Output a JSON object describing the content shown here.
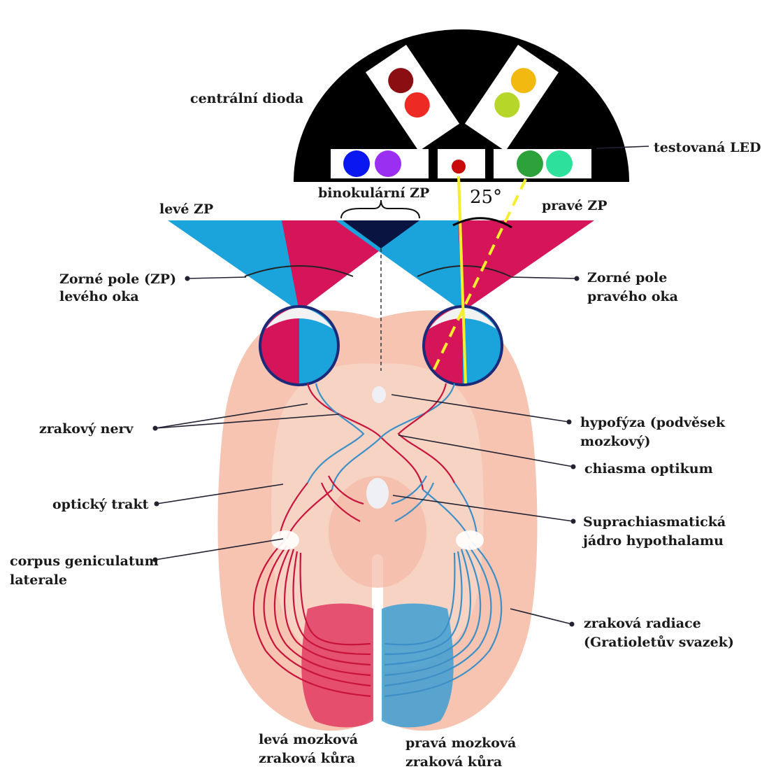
{
  "labels": {
    "central_diode": "centrální dioda",
    "tested_led": "testovaná LED",
    "binocular_fov": "binokulární ZP",
    "left_fov": "levé ZP",
    "right_fov": "pravé ZP",
    "angle": "25°",
    "left_eye_fov_1": "Zorné pole (ZP)",
    "left_eye_fov_2": "levého oka",
    "right_eye_fov_1": "Zorné pole",
    "right_eye_fov_2": "pravého oka",
    "optic_nerve": "zrakový nerv",
    "pituitary_1": "hypofýza (podvěsek",
    "pituitary_2": "mozkový)",
    "chiasma": "chiasma optikum",
    "optic_tract": "optický trakt",
    "scn_1": "Suprachiasmatická",
    "scn_2": "jádro hypothalamu",
    "lgn_1": "corpus geniculatum",
    "lgn_2": "laterale",
    "radiation_1": "zraková radiace",
    "radiation_2": "(Gratioletův svazek)",
    "left_cortex_1": "levá mozková",
    "left_cortex_2": "zraková kůra",
    "right_cortex_1": "pravá mozková",
    "right_cortex_2": "zraková kůra"
  },
  "colors": {
    "blue_field": "#1ba3dc",
    "magenta_field": "#d6145a",
    "overlap": "#0a1440",
    "brain": "#f6c4b1",
    "brain_inner": "#f7d3c4",
    "left_cortex": "#e23a62",
    "right_cortex": "#3d9fd3",
    "fixation_line": "#f5ee2c",
    "panel": "#000000",
    "leds": [
      "#0a17f0",
      "#9a2ff2",
      "#c80a0a",
      "#2ea23a",
      "#2de19a",
      "#8b0f12",
      "#ee2a24",
      "#f2b911",
      "#b6d62a"
    ]
  }
}
